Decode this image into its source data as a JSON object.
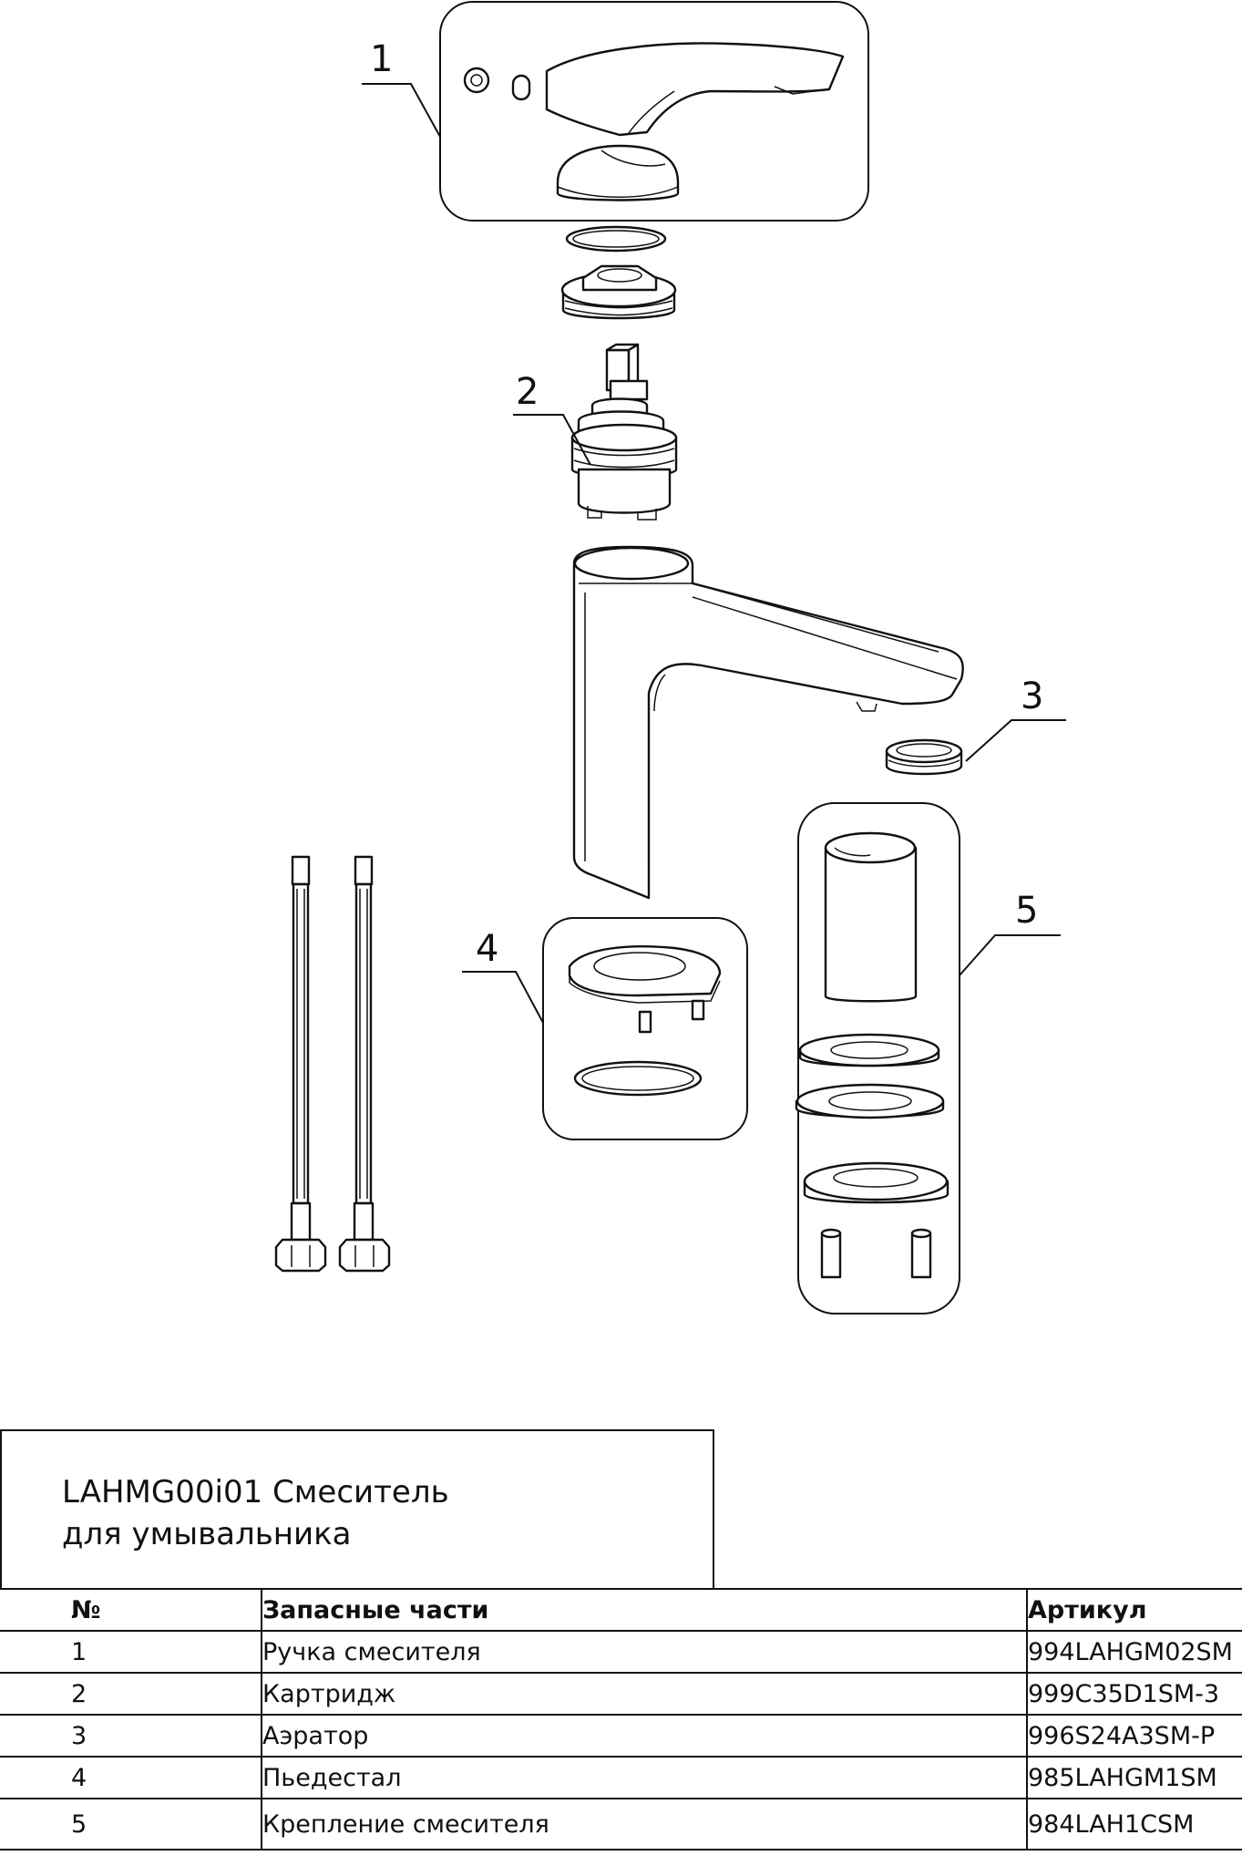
{
  "callouts": [
    "1",
    "2",
    "3",
    "4",
    "5"
  ],
  "title": {
    "line1": "LAHMG00i01 Смеситель",
    "line2": "для умывальника"
  },
  "table": {
    "headers": [
      "№",
      "Запасные части",
      "Артикул"
    ],
    "rows": [
      [
        "1",
        "Ручка смесителя",
        "994LAHGM02SM"
      ],
      [
        "2",
        "Картридж",
        "999C35D1SM-3"
      ],
      [
        "3",
        "Аэратор",
        "996S24A3SM-P"
      ],
      [
        "4",
        "Пьедестал",
        "985LAHGM1SM"
      ],
      [
        "5",
        "Крепление смесителя",
        "984LAH1CSM"
      ]
    ]
  },
  "colors": {
    "line": "#111111",
    "background": "#ffffff"
  }
}
